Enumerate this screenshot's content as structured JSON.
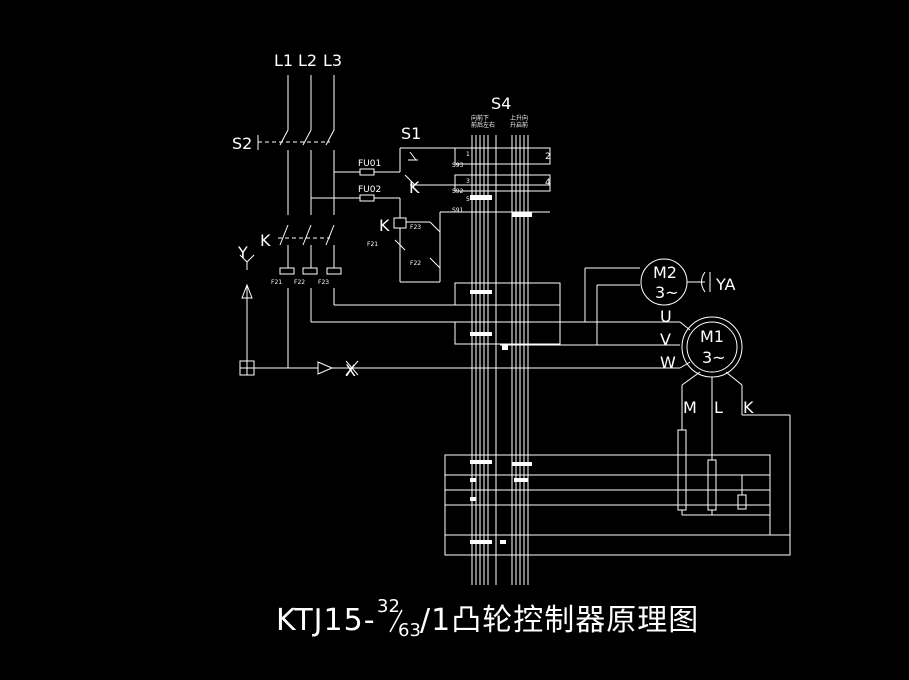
{
  "colors": {
    "background": "#000000",
    "line": "#ffffff"
  },
  "labels": {
    "l1": "L1",
    "l2": "L2",
    "l3": "L3",
    "s2": "S2",
    "s1": "S1",
    "s4": "S4",
    "fu01": "FU01",
    "fu02": "FU02",
    "k_top": "K",
    "k_coil": "K",
    "k_main": "K",
    "s93": "S93",
    "s92": "S92",
    "s91": "S91",
    "n1": "1",
    "n2": "2",
    "n3": "3",
    "n4": "4",
    "n5": "5",
    "f21_coil": "F21",
    "f22_coil": "F22",
    "f23_coil": "F23",
    "f21": "F21",
    "f22": "F22",
    "f23": "F23",
    "m2": "M2",
    "m2_phase": "3~",
    "ya": "YA",
    "u": "U",
    "v": "V",
    "w": "W",
    "m1": "M1",
    "m1_phase": "3~",
    "m": "M",
    "l": "L",
    "k_rotor": "K",
    "y_axis": "Y",
    "x_axis": "X",
    "s4_col1": "向前下",
    "s4_col1b": "前后左右",
    "s4_col2": "上升向",
    "s4_col2b": "升启前"
  },
  "title": {
    "main": "KTJ15-",
    "sup": "32",
    "sub": "63",
    "rest": "/1凸轮控制器原理图"
  }
}
